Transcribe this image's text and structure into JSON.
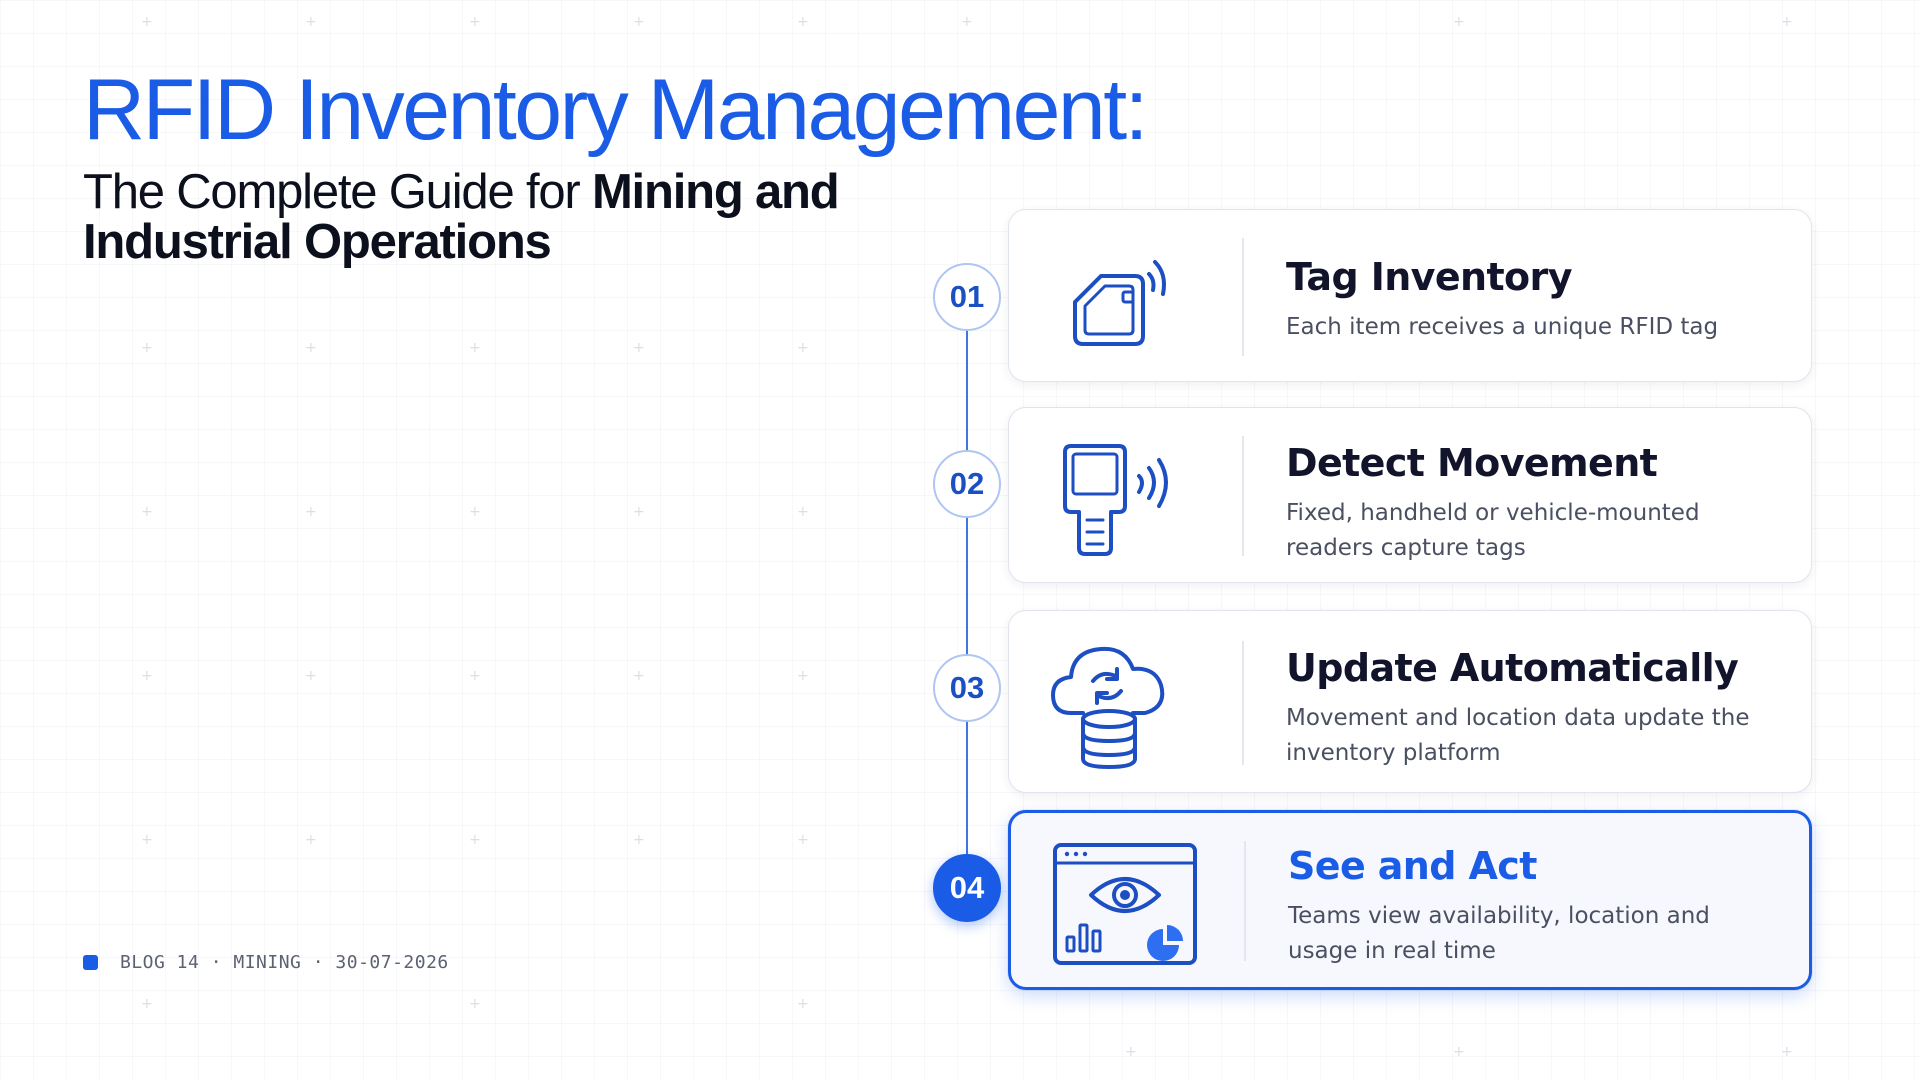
{
  "header": {
    "title": "RFID Inventory Management:",
    "subtitle_regular": "The Complete Guide for ",
    "subtitle_bold": "Mining and Industrial Operations"
  },
  "footer": {
    "text": "BLOG 14 · MINING · 30-07-2026"
  },
  "steps": [
    {
      "number": "01",
      "title": "Tag Inventory",
      "description": "Each item receives a unique RFID tag",
      "icon": "rfid-tag-icon"
    },
    {
      "number": "02",
      "title": "Detect Movement",
      "description": "Fixed, handheld or vehicle-mounted readers capture tags",
      "icon": "handheld-reader-icon"
    },
    {
      "number": "03",
      "title": "Update Automatically",
      "description": "Movement and location data update the inventory platform",
      "icon": "cloud-sync-database-icon"
    },
    {
      "number": "04",
      "title": "See and Act",
      "description": "Teams view availability, location and usage in real time",
      "icon": "dashboard-eye-icon",
      "active": true
    }
  ],
  "colors": {
    "accent": "#1a5ce6",
    "text_dark": "#11142a",
    "text_muted": "#4a5061"
  }
}
